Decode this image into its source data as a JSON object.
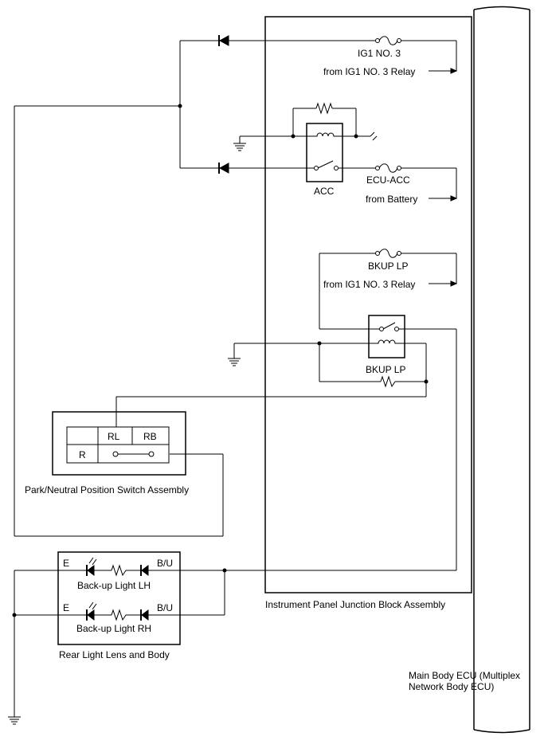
{
  "components": {
    "ecu_label_line1": "Main Body ECU (Multiplex",
    "ecu_label_line2": "Network Body ECU)",
    "junction_block": "Instrument Panel Junction Block Assembly",
    "park_neutral_switch": "Park/Neutral Position Switch Assembly",
    "rear_light": "Rear Light Lens and Body"
  },
  "fuses": {
    "ig1_no3": "IG1 NO. 3",
    "ecu_acc": "ECU-ACC",
    "bkup_lp": "BKUP LP"
  },
  "relays": {
    "acc": "ACC",
    "bkup_lp": "BKUP LP"
  },
  "sources": {
    "from_ig1_relay_1": "from IG1 NO. 3 Relay",
    "from_battery": "from Battery",
    "from_ig1_relay_2": "from IG1 NO. 3 Relay"
  },
  "switch": {
    "col_rl": "RL",
    "col_rb": "RB",
    "row_r": "R"
  },
  "lights": {
    "lh_label": "Back-up Light LH",
    "rh_label": "Back-up Light RH",
    "lh_pin_e": "E",
    "lh_pin_bu": "B/U",
    "rh_pin_e": "E",
    "rh_pin_bu": "B/U"
  }
}
